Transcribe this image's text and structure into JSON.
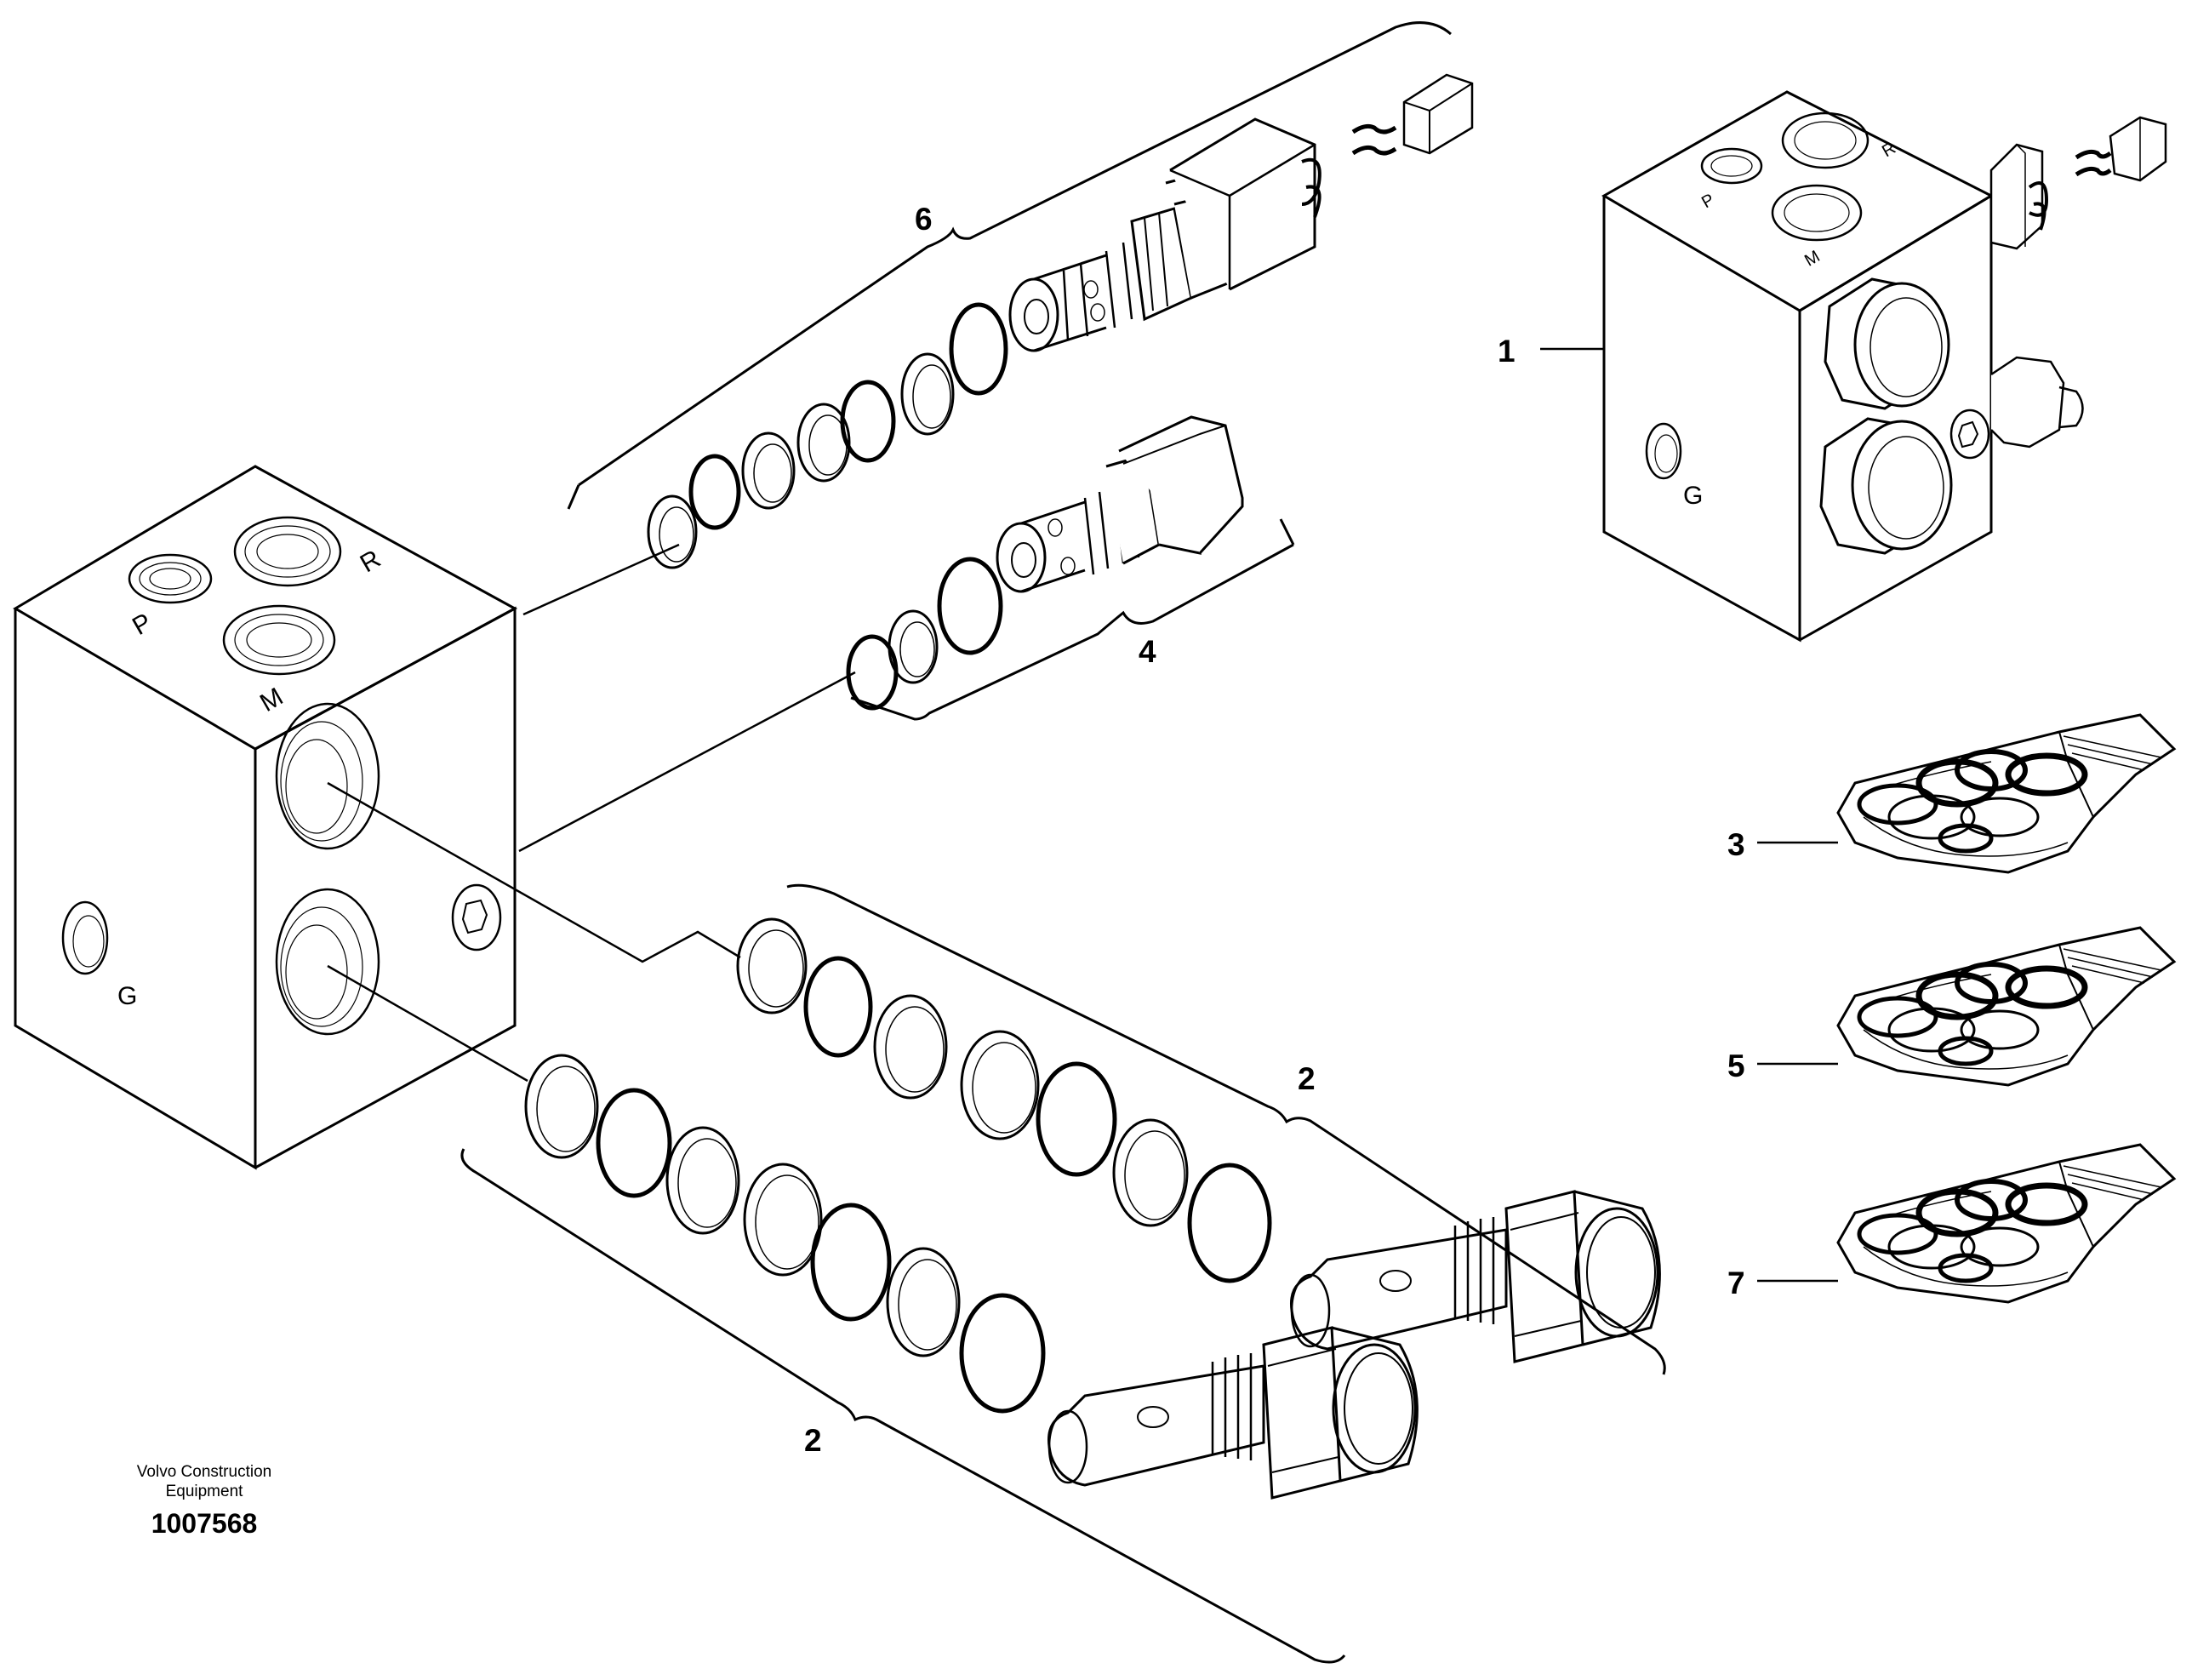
{
  "callouts": {
    "c1": "1",
    "c2a": "2",
    "c2b": "2",
    "c3": "3",
    "c4": "4",
    "c5": "5",
    "c6": "6",
    "c7": "7"
  },
  "ports": {
    "p": "P",
    "r": "R",
    "m": "M",
    "g": "G"
  },
  "footer": {
    "maker_line1": "Volvo Construction",
    "maker_line2": "Equipment",
    "drawing_number": "1007568"
  }
}
